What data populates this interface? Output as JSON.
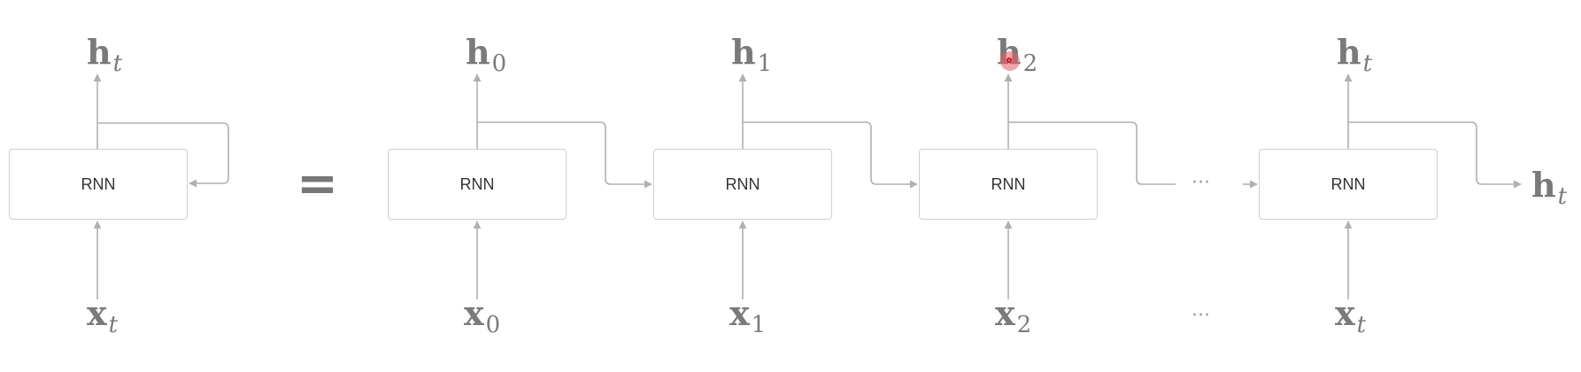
{
  "colors": {
    "arrow": "#b0b0b0",
    "box_border": "#cfcfcf",
    "symbol": "#7a7a7a",
    "cursor": "#d01020"
  },
  "folded": {
    "box_label": "RNN",
    "output": {
      "base": "h",
      "sub": "t"
    },
    "input": {
      "base": "x",
      "sub": "t"
    }
  },
  "equals_sign": "=",
  "unrolled": [
    {
      "box_label": "RNN",
      "output": {
        "base": "h",
        "sub": "0"
      },
      "input": {
        "base": "x",
        "sub": "0"
      }
    },
    {
      "box_label": "RNN",
      "output": {
        "base": "h",
        "sub": "1"
      },
      "input": {
        "base": "x",
        "sub": "1"
      }
    },
    {
      "box_label": "RNN",
      "output": {
        "base": "h",
        "sub": "2"
      },
      "input": {
        "base": "x",
        "sub": "2"
      }
    },
    {
      "box_label": "RNN",
      "output": {
        "base": "h",
        "sub": "t"
      },
      "input": {
        "base": "x",
        "sub": "t"
      }
    }
  ],
  "gap_ellipsis_middle": "···",
  "gap_ellipsis_bottom": "···",
  "final_output": {
    "base": "h",
    "sub": "t"
  }
}
